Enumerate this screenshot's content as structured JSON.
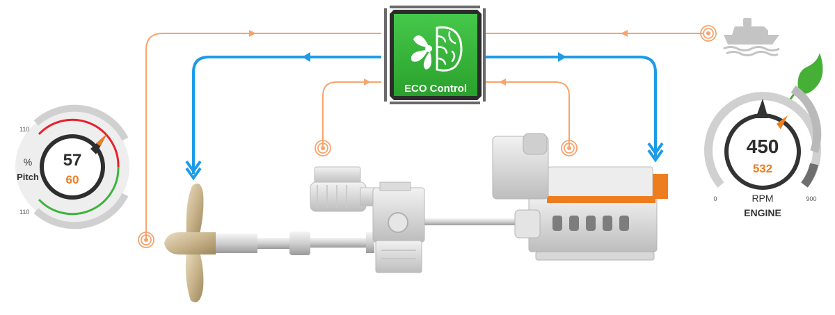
{
  "eco_controller": {
    "label": "ECO Control",
    "icon": "propeller-brain-icon",
    "accent": "#2fb82f"
  },
  "pitch_gauge": {
    "value": "57",
    "setpoint": "60",
    "unit": "%",
    "label": "Pitch",
    "scale_top": "110",
    "scale_bottom": "110"
  },
  "engine_gauge": {
    "value": "450",
    "setpoint": "532",
    "unit": "RPM",
    "label": "ENGINE",
    "scale_min": "0",
    "scale_max": "900"
  },
  "colors": {
    "signal_orange": "#f7a46c",
    "control_blue": "#1e9be8",
    "setpoint_orange": "#ee7d1f",
    "gauge_red": "#e8202a",
    "gauge_green": "#3cb43c",
    "gauge_grey": "#d0d0d0",
    "leaf_green": "#45b035"
  },
  "icons": [
    "ship-icon",
    "leaf-icon",
    "sensor-icon",
    "propeller-icon",
    "gearbox-icon",
    "engine-icon"
  ]
}
